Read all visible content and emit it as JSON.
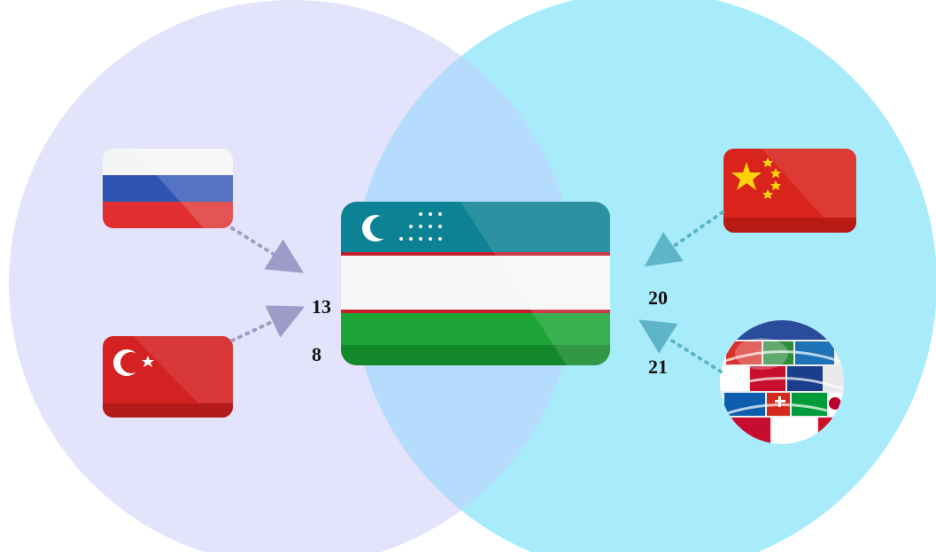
{
  "diagram": {
    "left_circle_color": "#e3e3fb",
    "right_circle_color": "#a8ecfc",
    "overlap_color": "#b5dcfd",
    "left_arrow_color": "#9d9cc9",
    "right_arrow_color": "#5fb5c8"
  },
  "flags": {
    "center": {
      "icon": "uzbekistan-flag-icon"
    },
    "top_left": {
      "icon": "russia-flag-icon"
    },
    "bottom_left": {
      "icon": "turkey-flag-icon"
    },
    "top_right": {
      "icon": "china-flag-icon"
    },
    "bottom_right": {
      "icon": "world-flags-globe-icon"
    }
  },
  "labels": {
    "russia": "13",
    "turkey": "8",
    "china": "20",
    "world": "21"
  }
}
